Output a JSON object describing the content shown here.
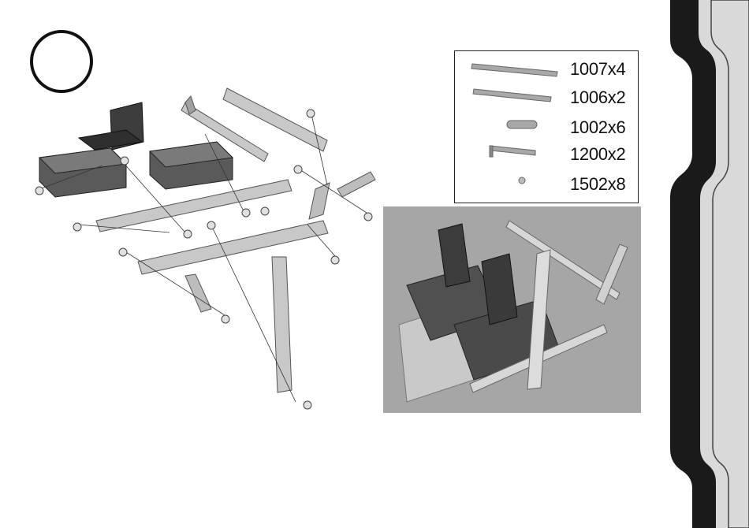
{
  "step": {
    "number": ""
  },
  "parts_list": [
    {
      "code": "1007x4",
      "icon": "long-strip-7-hole"
    },
    {
      "code": "1006x2",
      "icon": "strip-6-hole"
    },
    {
      "code": "1002x6",
      "icon": "short-strip-2-hole"
    },
    {
      "code": "1200x2",
      "icon": "angle-bracket"
    },
    {
      "code": "1502x8",
      "icon": "bolt-nut"
    }
  ],
  "colors": {
    "metal": "#c8c8c8",
    "metal_dark": "#7a7a7a",
    "seat": "#3d3d3d",
    "block": "#5a5a5a",
    "tab": "#d9d9d9"
  }
}
